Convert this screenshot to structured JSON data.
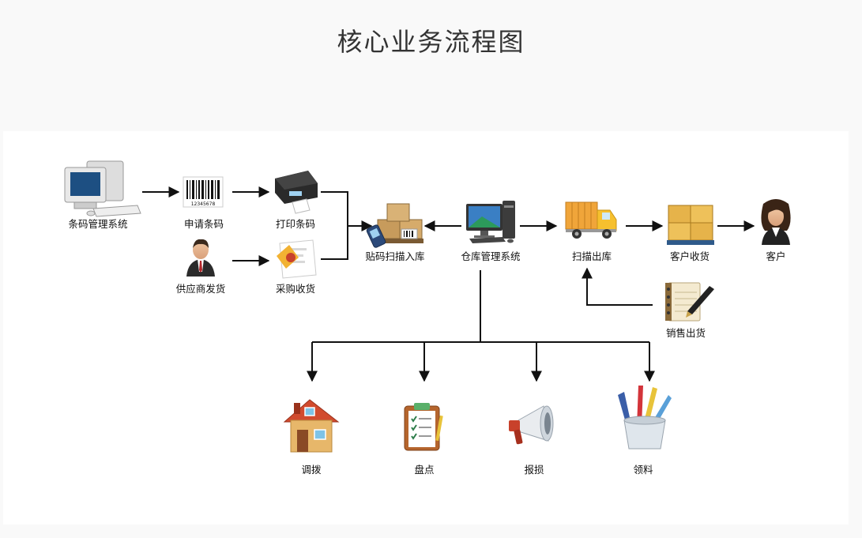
{
  "title": "核心业务流程图",
  "nodes": {
    "barcode_system": "条码管理系统",
    "apply_barcode": "申请条码",
    "print_barcode": "打印条码",
    "supplier_ship": "供应商发货",
    "purchase_receive": "采购收货",
    "scan_inbound": "贴码扫描入库",
    "warehouse_system": "仓库管理系统",
    "scan_outbound": "扫描出库",
    "customer_receive": "客户收货",
    "customer": "客户",
    "sales_ship": "销售出货",
    "transfer": "调拨",
    "inventory": "盘点",
    "damage_report": "报损",
    "requisition": "领料"
  },
  "barcode_number": "12345678",
  "colors": {
    "line": "#111111",
    "box": "#d9a441",
    "truck": "#f0a53a",
    "accent_red": "#c8412b"
  }
}
